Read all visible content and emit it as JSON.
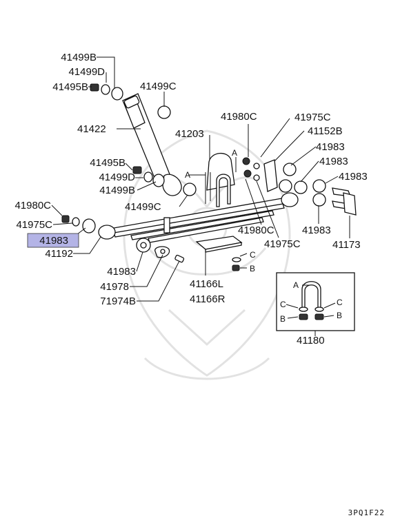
{
  "diagram": {
    "footer_code": "3PQ1F22",
    "highlight_color": "#b4b4e6",
    "callouts": {
      "c41499B_top": "41499B",
      "c41499D_top": "41499D",
      "c41495B_top": "41495B",
      "c41499C_top": "41499C",
      "c41422": "41422",
      "c41203": "41203",
      "c41980C_top": "41980C",
      "c41975C_top": "41975C",
      "c41152B": "41152B",
      "c41983_r1": "41983",
      "c41983_r2": "41983",
      "c41983_r3": "41983",
      "c41495B_mid": "41495B",
      "c41499D_mid": "41499D",
      "c41499B_mid": "41499B",
      "c41499C_mid": "41499C",
      "c41980C_left": "41980C",
      "c41975C_left": "41975C",
      "c41983_selected": "41983",
      "c41192": "41192",
      "c41980C_center": "41980C",
      "c41975C_center": "41975C",
      "c41983_r4": "41983",
      "c41173": "41173",
      "c41983_bottom": "41983",
      "c41978": "41978",
      "c71974B": "71974B",
      "c41166L": "41166L",
      "c41166R": "41166R",
      "c41180": "41180"
    },
    "letters": {
      "A1": "A",
      "A2": "A",
      "C_main": "C",
      "B_main": "B",
      "A_box": "A",
      "C_box_left": "C",
      "C_box_right": "C",
      "B_box_left": "B",
      "B_box_right": "B"
    }
  }
}
